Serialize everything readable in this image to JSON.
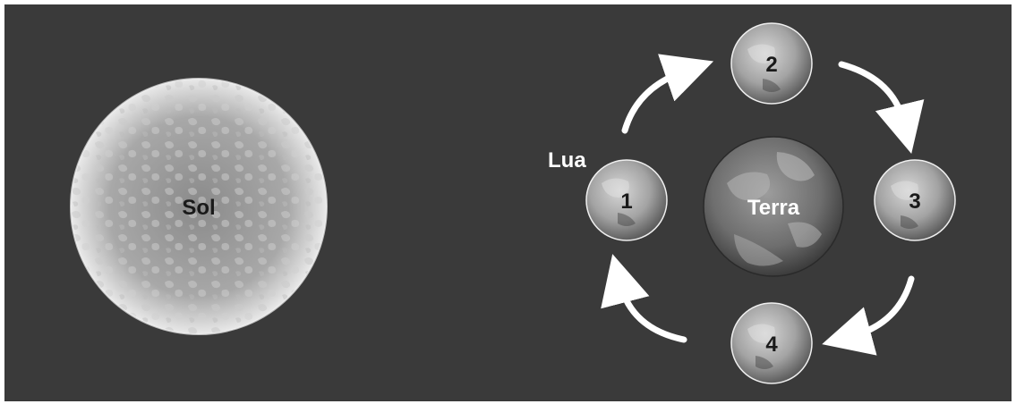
{
  "diagram": {
    "sun_label": "Sol",
    "earth_label": "Terra",
    "moon_label": "Lua",
    "moon_positions": [
      "1",
      "2",
      "3",
      "4"
    ]
  },
  "colors": {
    "background": "#3a3a3a",
    "arrow": "#ffffff",
    "label_light": "#ffffff",
    "label_dark": "#1a1a1a"
  }
}
